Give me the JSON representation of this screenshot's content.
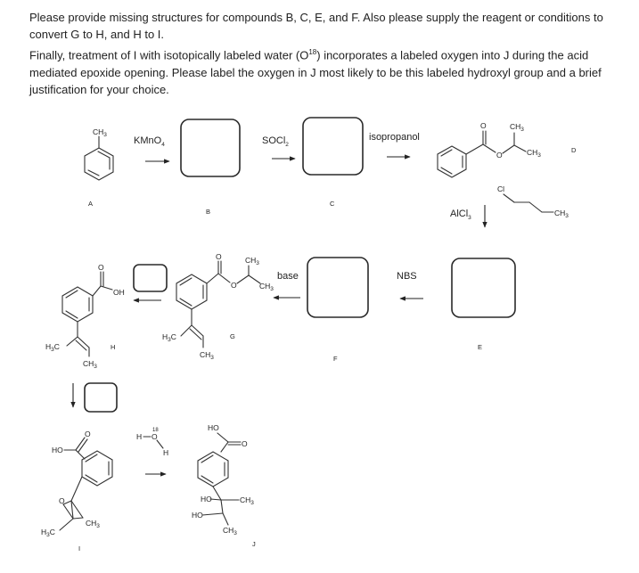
{
  "question": {
    "line1": "Please provide missing structures for compounds B, C, E, and F. Also please supply the reagent or conditions to convert G to H, and H to I.",
    "line2a": "Finally, treatment of I with isotopically labeled water (O",
    "line2sup": "18",
    "line2b": ") incorporates a labeled oxygen into J during the acid mediated epoxide opening. Please label the oxygen in J most likely to be this labeled hydroxyl group and a brief justification for your choice."
  },
  "reagents": {
    "kmno4_main": "KMnO",
    "kmno4_sub": "4",
    "socl2_main": "SOCl",
    "socl2_sub": "2",
    "isopropanol": "isopropanol",
    "alcl3_main": "AlCl",
    "alcl3_sub": "3",
    "base": "base",
    "nbs": "NBS"
  },
  "compound_labels": {
    "A": "A",
    "B": "B",
    "C": "C",
    "D": "D",
    "E": "E",
    "F": "F",
    "G": "G",
    "H": "H",
    "I": "I",
    "J": "J"
  },
  "atom_labels": {
    "ch3": "CH",
    "sub3": "3",
    "h3c_main": "H",
    "h3c_tail": "C",
    "oh": "OH",
    "o": "O",
    "ho": "HO",
    "cl": "Cl",
    "h": "H",
    "iso18": "18"
  }
}
